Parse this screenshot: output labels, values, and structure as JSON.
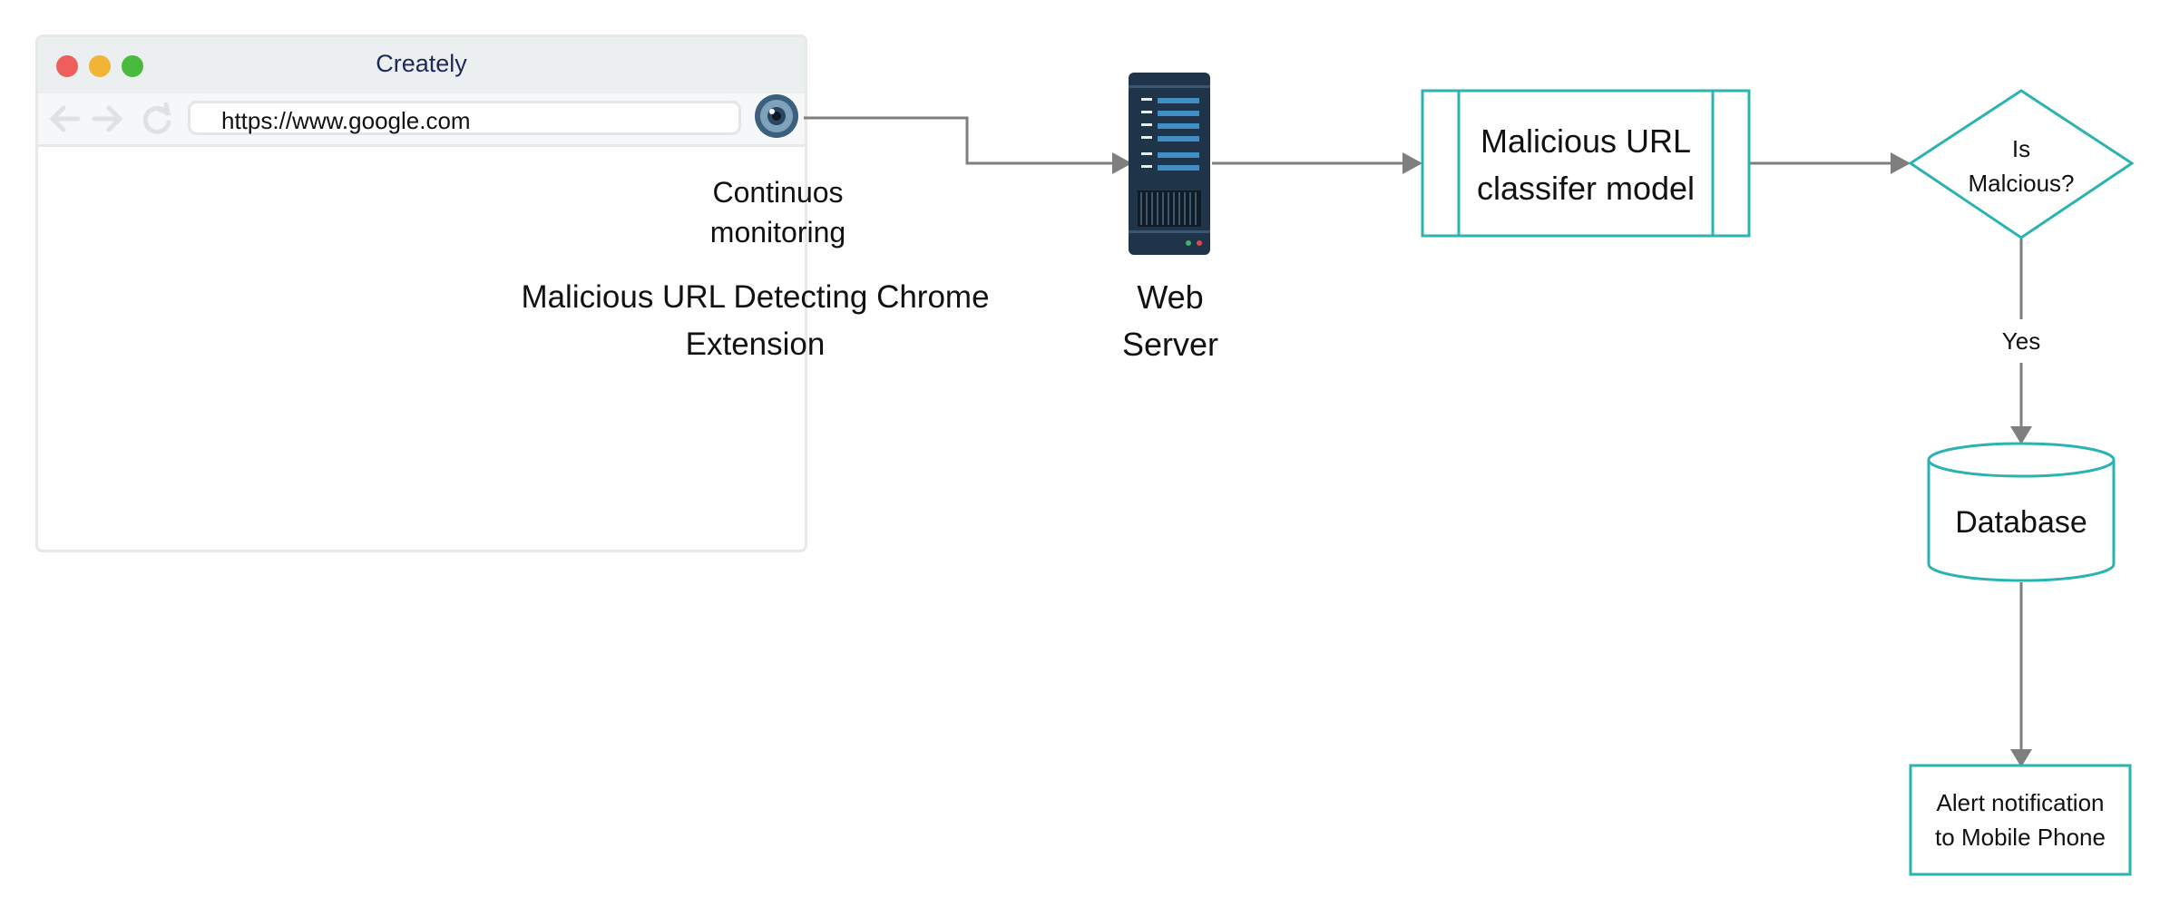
{
  "browser": {
    "title": "Creately",
    "url": "https://www.google.com"
  },
  "labels": {
    "monitoring_line1": "Continuos",
    "monitoring_line2": "monitoring",
    "extension_line1": "Malicious URL Detecting Chrome",
    "extension_line2": "Extension",
    "server_line1": "Web",
    "server_line2": "Server",
    "classifier_line1": "Malicious URL",
    "classifier_line2": "classifer model",
    "decision_line1": "Is",
    "decision_line2": "Malcious?",
    "yes": "Yes",
    "database": "Database",
    "alert_line1": "Alert notification",
    "alert_line2": "to Mobile Phone"
  },
  "colors": {
    "teal": "#2bb3b1",
    "arrow": "#7f7f7f",
    "server": "#1f3448"
  },
  "icons": [
    "close-dot",
    "minimize-dot",
    "maximize-dot",
    "back-arrow-icon",
    "forward-arrow-icon",
    "reload-icon",
    "eye-icon",
    "server-icon"
  ]
}
